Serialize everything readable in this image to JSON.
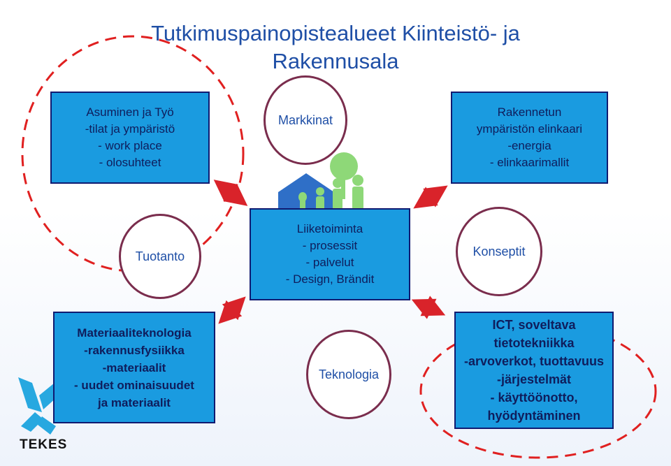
{
  "title": {
    "line1": "Tutkimuspainopistealueet Kiinteistö- ja",
    "line2": "Rakennusala"
  },
  "boxes": {
    "asuminen": [
      "Asuminen ja Työ",
      "-tilat ja ympäristö",
      "- work place",
      "- olosuhteet"
    ],
    "rakennetun": [
      "Rakennetun",
      "ympäristön elinkaari",
      "-energia",
      "- elinkaarimallit"
    ],
    "liiketoiminta": [
      "Liiketoiminta",
      "- prosessit",
      "- palvelut",
      "- Design, Brändit"
    ],
    "materiaali": [
      "Materiaaliteknologia",
      "-rakennusfysiikka",
      "-materiaalit",
      "- uudet ominaisuudet",
      "ja materiaalit"
    ],
    "ict": [
      "ICT, soveltava",
      "tietotekniikka",
      "-arvoverkot, tuottavuus",
      "-järjestelmät",
      "- käyttöönotto,",
      "hyödyntäminen"
    ]
  },
  "circles": {
    "markkinat": "Markkinat",
    "tuotanto": "Tuotanto",
    "konseptit": "Konseptit",
    "teknologia": "Teknologia"
  },
  "logo": {
    "text": "TEKES"
  },
  "colors": {
    "box_fill": "#1a9be0",
    "box_border": "#101a70",
    "title": "#1f4fa6",
    "arrow": "#d9232a",
    "dashed_circle": "#e02020"
  }
}
